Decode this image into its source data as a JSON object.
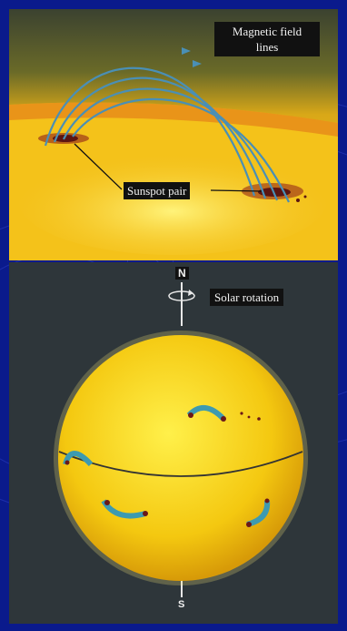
{
  "top_panel": {
    "magnetic_label": "Magnetic field\nlines",
    "sunspot_label": "Sunspot pair"
  },
  "bottom_panel": {
    "north_label": "N",
    "south_label": "S",
    "rotation_label": "Solar rotation"
  },
  "colors": {
    "background": "#0a1a8c",
    "sun_yellow": "#f7c814",
    "field_line": "#4a8fb5",
    "sunspot": "#6b1818",
    "panel_dark": "#2e363a"
  }
}
